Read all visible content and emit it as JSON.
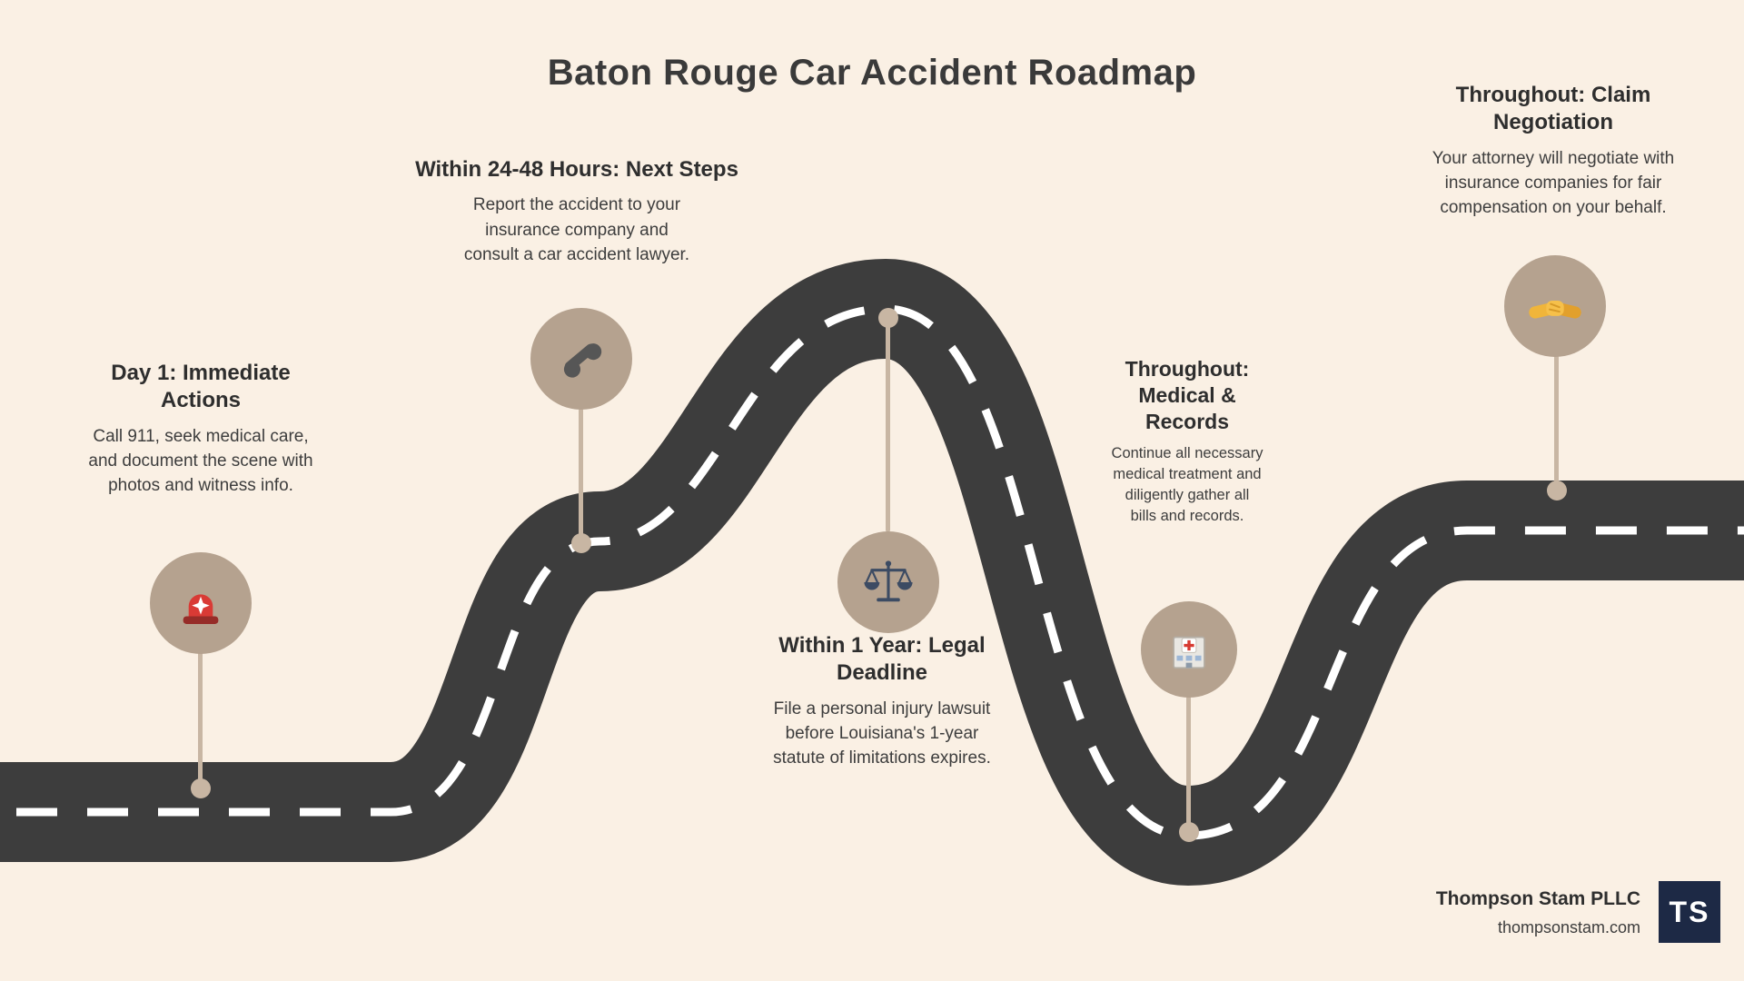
{
  "title": "Baton Rouge Car Accident Roadmap",
  "milestones": [
    {
      "heading": "Day 1: Immediate\nActions",
      "description": "Call 911, seek medical care,\nand document the scene with\nphotos and witness info.",
      "icon": "siren-icon"
    },
    {
      "heading": "Within 24-48 Hours: Next Steps",
      "description": "Report the accident to your\ninsurance company and\nconsult a car accident lawyer.",
      "icon": "phone-icon"
    },
    {
      "heading": "Within 1 Year: Legal\nDeadline",
      "description": "File a personal injury lawsuit\nbefore Louisiana's 1-year\nstatute of limitations expires.",
      "icon": "scales-icon"
    },
    {
      "heading": "Throughout:\nMedical &\nRecords",
      "description": "Continue all necessary\nmedical treatment and\ndiligently gather all\nbills and records.",
      "icon": "hospital-icon"
    },
    {
      "heading": "Throughout: Claim\nNegotiation",
      "description": "Your attorney will negotiate with\ninsurance companies for fair\ncompensation on your behalf.",
      "icon": "handshake-icon"
    }
  ],
  "footer": {
    "company": "Thompson Stam PLLC",
    "website": "thompsonstam.com",
    "logo_text": "TS"
  },
  "colors": {
    "background": "#faf0e4",
    "road": "#3d3d3d",
    "road_dash": "#ffffff",
    "marker_circle": "#b5a28f",
    "stem": "#c8b6a3",
    "heading_text": "#2e2e2e",
    "body_text": "#3d3d3d",
    "logo_background": "#1d2945"
  }
}
